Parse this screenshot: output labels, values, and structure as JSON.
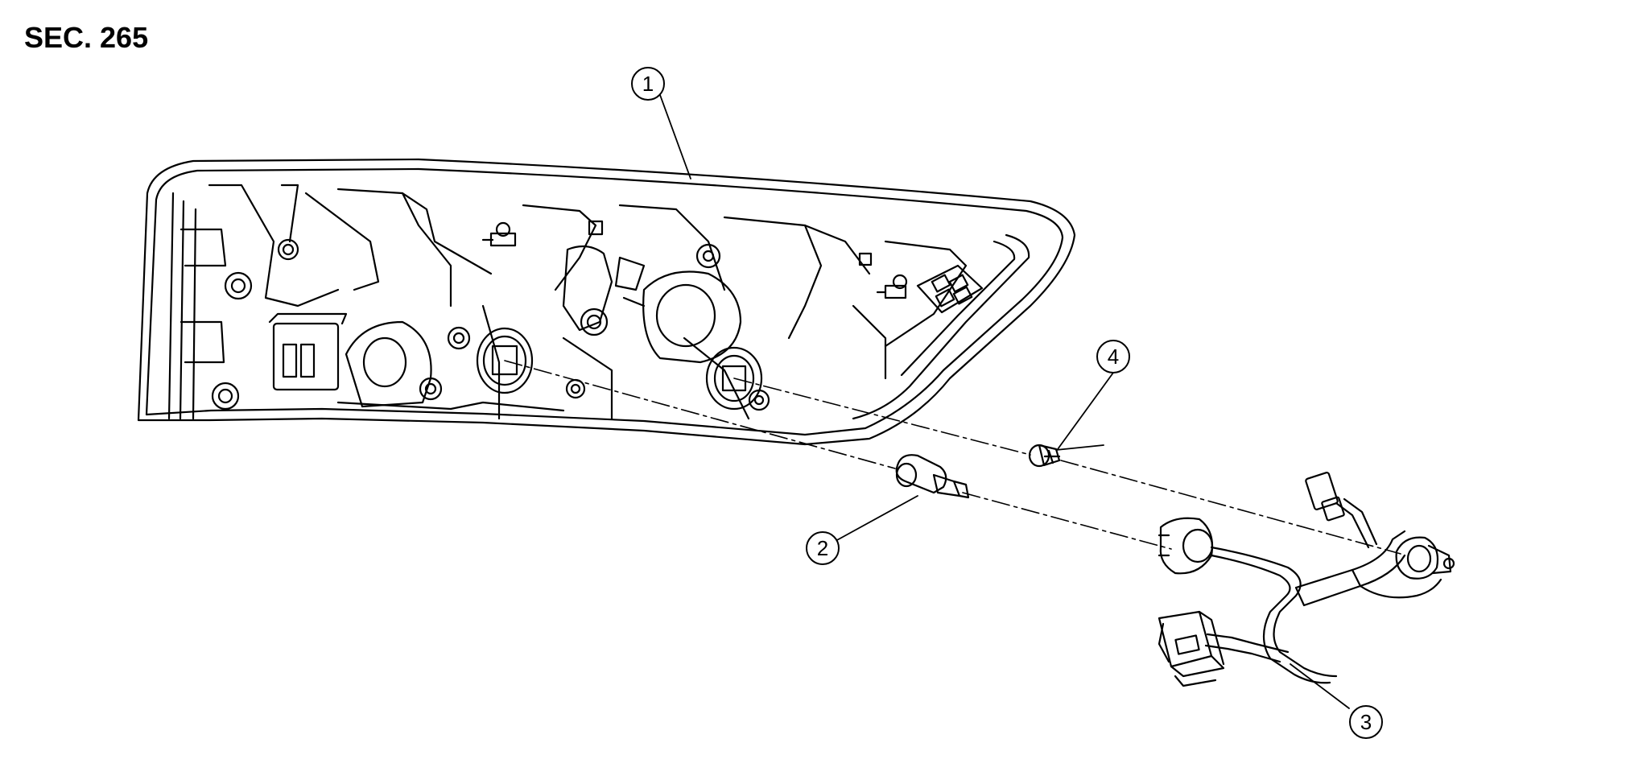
{
  "section_label": "SEC. 265",
  "callouts": [
    {
      "id": "callout-1",
      "number": "1"
    },
    {
      "id": "callout-2",
      "number": "2"
    },
    {
      "id": "callout-3",
      "number": "3"
    },
    {
      "id": "callout-4",
      "number": "4"
    }
  ],
  "colors": {
    "line": "#000000",
    "background": "#ffffff"
  }
}
